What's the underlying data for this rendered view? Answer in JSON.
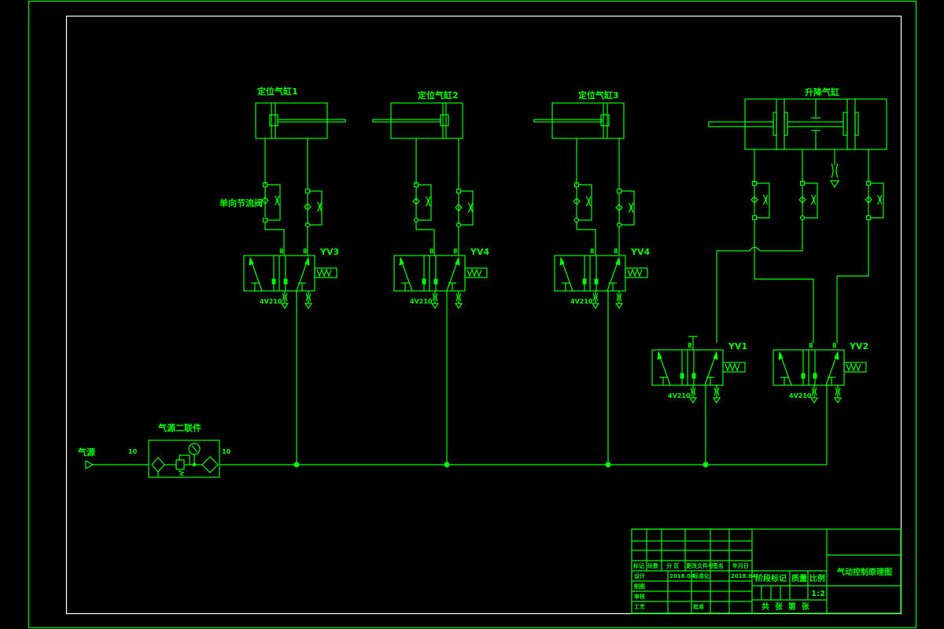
{
  "drawing": {
    "title": "气动控制原理图",
    "colors": {
      "line": "#00ff00",
      "inner_frame": "#ffffff",
      "background": "#000000"
    }
  },
  "cylinders": [
    {
      "label": "定位气缸1"
    },
    {
      "label": "定位气缸2"
    },
    {
      "label": "定位气缸3"
    },
    {
      "label": "升降气缸"
    }
  ],
  "flow_valve_label": "单向节流阀",
  "valves": [
    {
      "model": "4V210",
      "solenoid": "YV3",
      "port_a": "8",
      "port_b": "8"
    },
    {
      "model": "4V210",
      "solenoid": "YV4",
      "port_a": "8",
      "port_b": "8"
    },
    {
      "model": "4V210",
      "solenoid": "YV4",
      "port_a": "8",
      "port_b": "8"
    },
    {
      "model": "4V210",
      "solenoid": "YV1",
      "port_a": "8",
      "port_b": ""
    },
    {
      "model": "4V210",
      "solenoid": "YV2",
      "port_a": "8",
      "port_b": "8"
    }
  ],
  "air_source": {
    "label": "气源",
    "frl_label": "气源二联件",
    "pipe_in": "10",
    "pipe_out": "10"
  },
  "title_block": {
    "header_row": [
      "标记",
      "处数",
      "分 区",
      "更改文件号",
      "签名",
      "年月日"
    ],
    "design_row": [
      "设计",
      "",
      "2018.04",
      "标准化",
      "",
      "2018.04"
    ],
    "rows": [
      "制图",
      "审核",
      "工艺"
    ],
    "approve": "批准",
    "stage_mark": "阶段标记",
    "weight": "质量",
    "scale_label": "比例",
    "scale_value": "1:2",
    "sheets": "共  张  第  张",
    "drawing_name": "气动控制原理图"
  }
}
